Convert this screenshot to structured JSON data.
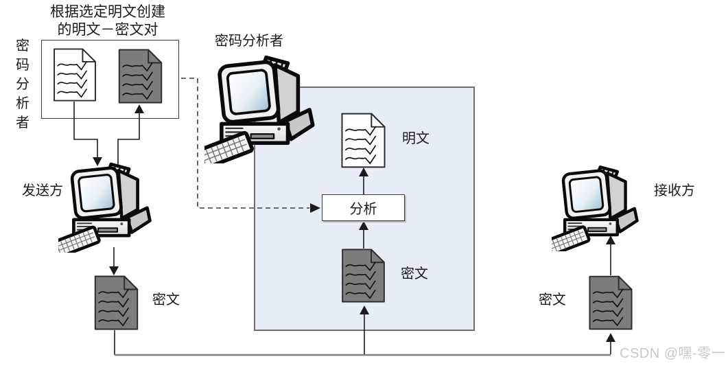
{
  "diagram": {
    "title_line1": "根据选定明文创建",
    "title_line2": "的明文－密文对",
    "analyst_vertical_label": "密码分析者",
    "analyst_label": "密码分析者",
    "sender_label": "发送方",
    "receiver_label": "接收方",
    "analysis_box_label": "分析",
    "plaintext_label": "明文",
    "ciphertext_center_label": "密文",
    "ciphertext_sender_label": "密文",
    "ciphertext_receiver_label": "密文"
  },
  "watermark": "CSDN @嘿-零一",
  "colors": {
    "panel_blue": "#e7edf6",
    "document_gray": "#7d7d7d",
    "channel_gray": "#808080",
    "line_black": "#1a1a1a",
    "watermark_gray": "#c9c9c9"
  }
}
